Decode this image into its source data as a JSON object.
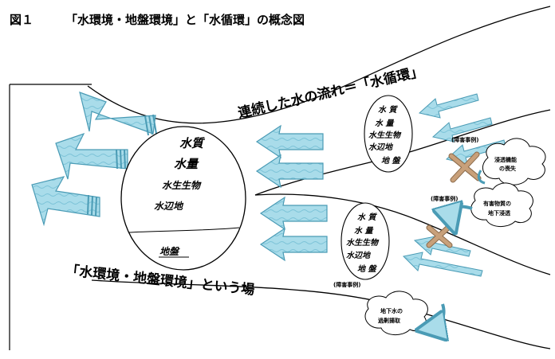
{
  "figure": {
    "label": "図１",
    "title": "「水環境・地盤環境」と「水循環」の概念図"
  },
  "labels": {
    "water_cycle": "連続した水の流れ＝「水循環」",
    "environment_field": "「水環境・地盤環境」という場"
  },
  "big_ellipse": {
    "items": [
      "水質",
      "水量",
      "水生生物",
      "水辺地"
    ],
    "ground": "地盤"
  },
  "upper_ellipse": {
    "items": [
      "水 質",
      "水 量",
      "水生生物",
      "水辺地",
      "地 盤"
    ]
  },
  "lower_ellipse": {
    "items": [
      "水 質",
      "水 量",
      "水生生物",
      "水辺地",
      "地 盤"
    ]
  },
  "obstacles": {
    "top": "(障害事例)",
    "middle": "(障害事例)",
    "bottom": "(障害事例)"
  },
  "clouds": {
    "infiltration": [
      "浸透機能",
      "の喪失"
    ],
    "pollutant": [
      "有害物質の",
      "地下浸透"
    ],
    "groundwater": [
      "地下水の",
      "過剰揚取"
    ]
  },
  "colors": {
    "arrow_fill": "#a9dcea",
    "arrow_stroke": "#4a9bb5",
    "cross_fill": "#c8a07a",
    "line": "#000000"
  }
}
